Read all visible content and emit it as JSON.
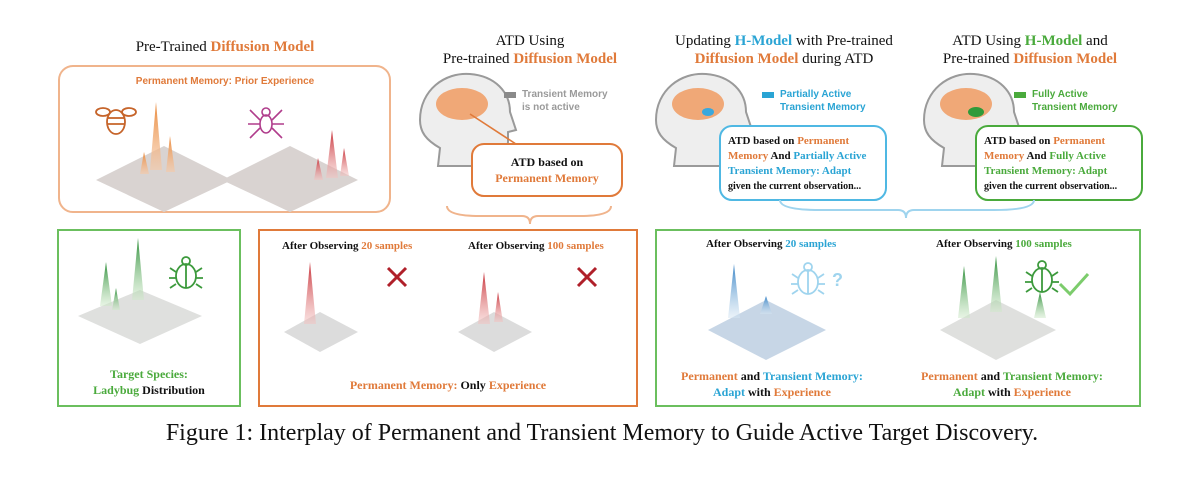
{
  "panel1": {
    "title_prefix": "Pre-Trained ",
    "title_highlight": "Diffusion Model",
    "box_label": "Permanent Memory: Prior Experience"
  },
  "panel2": {
    "title_line1": "ATD Using",
    "title_prefix": "Pre-trained ",
    "title_highlight": "Diffusion Model",
    "legend_line1": "Transient Memory",
    "legend_line2": "is not active",
    "bubble_line1": "ATD based on",
    "bubble_line2": "Permanent Memory"
  },
  "panel3": {
    "title_prefix": "Updating ",
    "title_hmodel": "H-Model",
    "title_suffix": " with Pre-trained",
    "title_line2_highlight": "Diffusion Model",
    "title_line2_suffix": " during ATD",
    "legend_line1": "Partially Active",
    "legend_line2": "Transient Memory",
    "bubble_a": "ATD based on ",
    "bubble_b": "Permanent",
    "bubble_c": "Memory",
    "bubble_d": " And ",
    "bubble_e": "Partially Active",
    "bubble_f": "Transient Memory: Adapt",
    "bubble_g": "given the current observation..."
  },
  "panel4": {
    "title_prefix": "ATD Using ",
    "title_hmodel": "H-Model",
    "title_suffix": " and",
    "title_line2_prefix": "Pre-trained ",
    "title_line2_highlight": "Diffusion Model",
    "legend_line1": "Fully Active",
    "legend_line2": "Transient Memory",
    "bubble_a": "ATD based on ",
    "bubble_b": "Permanent",
    "bubble_c": "Memory",
    "bubble_d": " And ",
    "bubble_e": "Fully Active",
    "bubble_f": "Transient Memory: Adapt",
    "bubble_g": "given the current observation..."
  },
  "bottom_left": {
    "line1": "Target Species:",
    "line2_green": "Ladybug",
    "line2_black": " Distribution"
  },
  "bottom_mid": {
    "obs1_prefix": "After Observing ",
    "obs1_num": "20 samples",
    "obs2_prefix": "After Observing ",
    "obs2_num": "100 samples",
    "footer_a": "Permanent  Memory:",
    "footer_b": "  Only ",
    "footer_c": "Experience"
  },
  "bottom_right": {
    "obs1_prefix": "After Observing ",
    "obs1_num": "20 samples",
    "obs2_prefix": "After Observing ",
    "obs2_num": "100 samples",
    "question": "?",
    "f1_a": "Permanent",
    "f1_b": " and ",
    "f1_c": "Transient Memory:",
    "f1_d": "Adapt",
    "f1_e": " with ",
    "f1_f": "Experience",
    "f2_a": "Permanent",
    "f2_b": " and ",
    "f2_c": "Transient Memory:",
    "f2_d": "Adapt",
    "f2_e": " with ",
    "f2_f": "Experience"
  },
  "caption": "Figure 1: Interplay of Permanent and Transient Memory to Guide Active Target Discovery.",
  "colors": {
    "orange": "#e07a3a",
    "blue": "#2aa4d4",
    "green": "#4aaa3c",
    "red": "#b0202a",
    "grey": "#8a8a8a"
  }
}
